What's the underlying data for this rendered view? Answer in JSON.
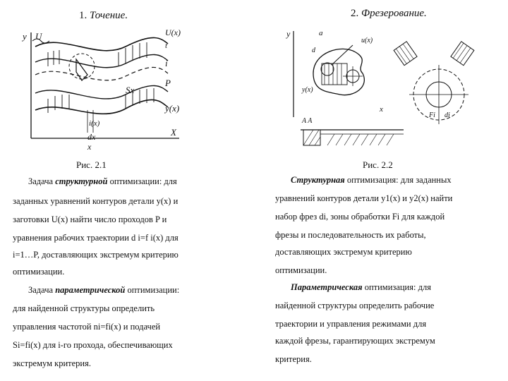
{
  "left": {
    "heading_num": "1.",
    "heading_title": "Точение.",
    "figure_labels": {
      "y": "y",
      "u": "U",
      "uy": "U(x)",
      "i": "i",
      "p": "P",
      "yx": "y(x)",
      "sx": "Sx",
      "dx": "dx",
      "ix": "i(x)",
      "x_axis": "X",
      "x_low": "x",
      "t": "t"
    },
    "caption": "Рис. 2.1",
    "p1": {
      "l1_a": "Задача",
      "l1_em": "структурной",
      "l1_b": "оптимизации:  для",
      "l2": "заданных уравнений контуров детали y(x) и",
      "l3": "заготовки U(x) найти число проходов P и",
      "l4": "уравнения  рабочих траектории  d i=f i(x) для",
      "l5": "i=1…P, доставляющих  экстремум  критерию",
      "l6": "оптимизации."
    },
    "p2": {
      "l1_a": "Задача",
      "l1_em": "параметрической",
      "l1_b": "оптимизации:",
      "l2": "для найденной структуры определить",
      "l3": "управления частотой   ni=fi(x) и подачей",
      "l4": "Si=fi(x) для i-го  прохода, обеспечивающих",
      "l5": "экстремум  критерия."
    }
  },
  "right": {
    "heading_num": "2.",
    "heading_title": "Фрезерование.",
    "figure_labels": {
      "y": "y",
      "a": "a",
      "d": "d",
      "u": "u(x)",
      "yx": "y(x)",
      "x": "x",
      "aa": "A A",
      "d2": "di",
      "f": "Fi"
    },
    "caption": "Рис.  2.2",
    "p1": {
      "l1_em": "Структурная",
      "l1_b": "оптимизация: для заданных",
      "l2": "уравнений контуров детали y1(x) и y2(x) найти",
      "l3": "набор фрез di, зоны обработки Fi для каждой",
      "l4": "фрезы и последовательность их работы,",
      "l5": "доставляющих  экстремум   критерию",
      "l6": "оптимизации."
    },
    "p2": {
      "l1_em": "Параметрическая",
      "l1_b": "оптимизация: для",
      "l2": "найденной структуры определить рабочие",
      "l3": "траектории  и  управления  режимами для",
      "l4": "каждой фрезы, гарантирующих  экстремум",
      "l5": "критерия."
    }
  }
}
